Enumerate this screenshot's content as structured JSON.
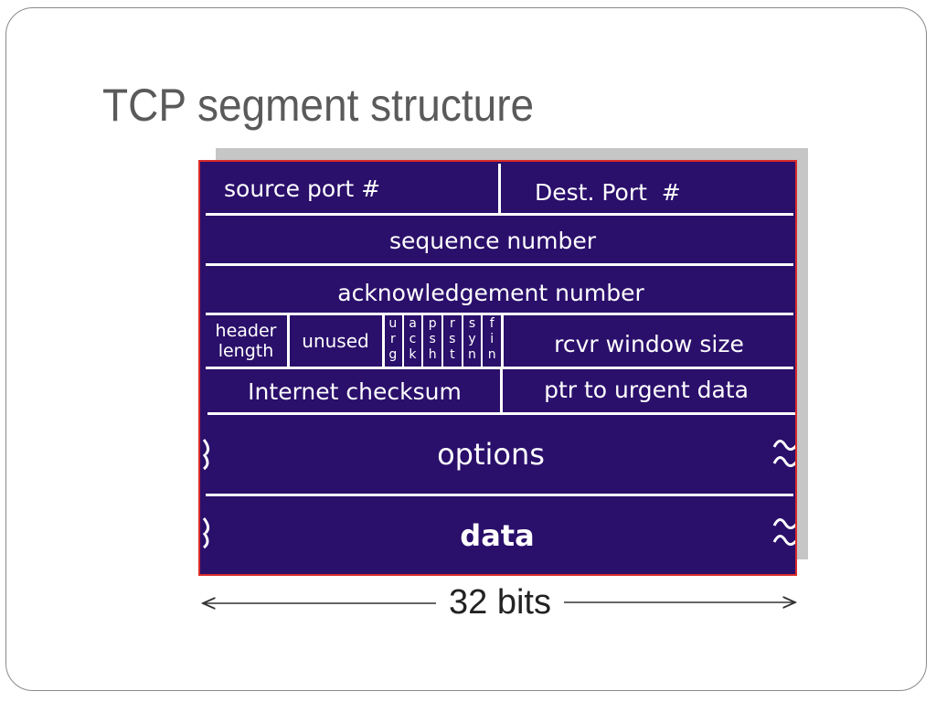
{
  "slide": {
    "title": "TCP segment structure"
  },
  "segment": {
    "row1": {
      "source_port": "source port #",
      "dest_port": "Dest. Port  #"
    },
    "row2": {
      "sequence_number": "sequence number"
    },
    "row3": {
      "ack_number": "acknowledgement number"
    },
    "row4": {
      "header_length_line1": "header",
      "header_length_line2": "length",
      "unused": "unused",
      "flags": [
        {
          "name": "urg",
          "letters": [
            "u",
            "r",
            "g"
          ]
        },
        {
          "name": "ack",
          "letters": [
            "a",
            "c",
            "k"
          ]
        },
        {
          "name": "psh",
          "letters": [
            "p",
            "s",
            "h"
          ]
        },
        {
          "name": "rst",
          "letters": [
            "r",
            "s",
            "t"
          ]
        },
        {
          "name": "syn",
          "letters": [
            "s",
            "y",
            "n"
          ]
        },
        {
          "name": "fin",
          "letters": [
            "f",
            "i",
            "n"
          ]
        }
      ],
      "window_size": "rcvr window size"
    },
    "row5": {
      "checksum": "Internet checksum",
      "urgent_ptr": "ptr to urgent data"
    },
    "row6": {
      "options": "options"
    },
    "row7": {
      "data": "data"
    },
    "colors": {
      "fill": "#2a0f6b",
      "border": "#d92b2b",
      "text": "#ffffff",
      "shadow": "#c6c6c6"
    }
  },
  "width_label": "32 bits"
}
